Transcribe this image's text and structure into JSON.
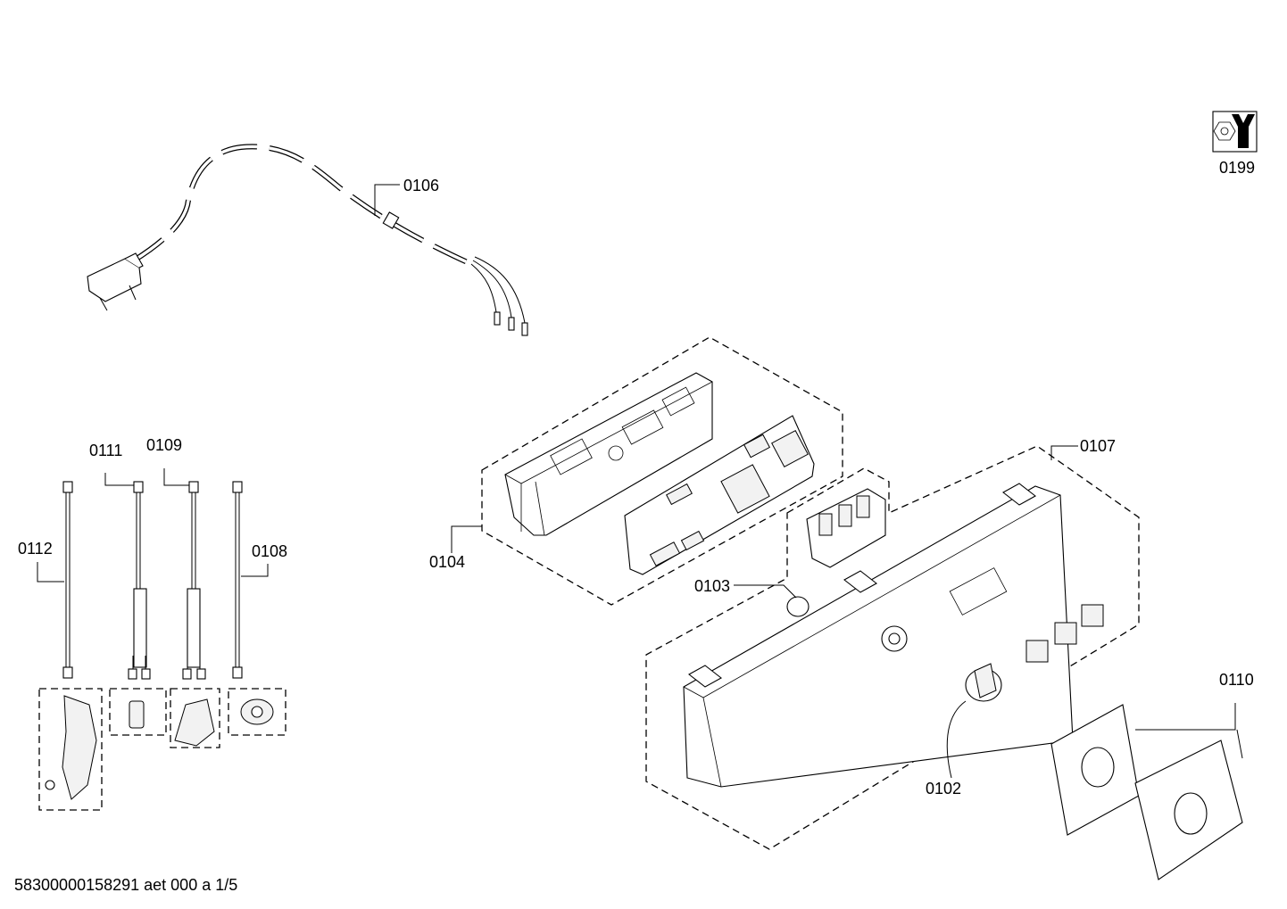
{
  "diagram": {
    "footer": "58300000158291 aet 000 a 1/5",
    "labels": {
      "p0199": "0199",
      "p0106": "0106",
      "p0111": "0111",
      "p0109": "0109",
      "p0112": "0112",
      "p0108": "0108",
      "p0104": "0104",
      "p0107": "0107",
      "p0103": "0103",
      "p0102": "0102",
      "p0110": "0110"
    }
  }
}
